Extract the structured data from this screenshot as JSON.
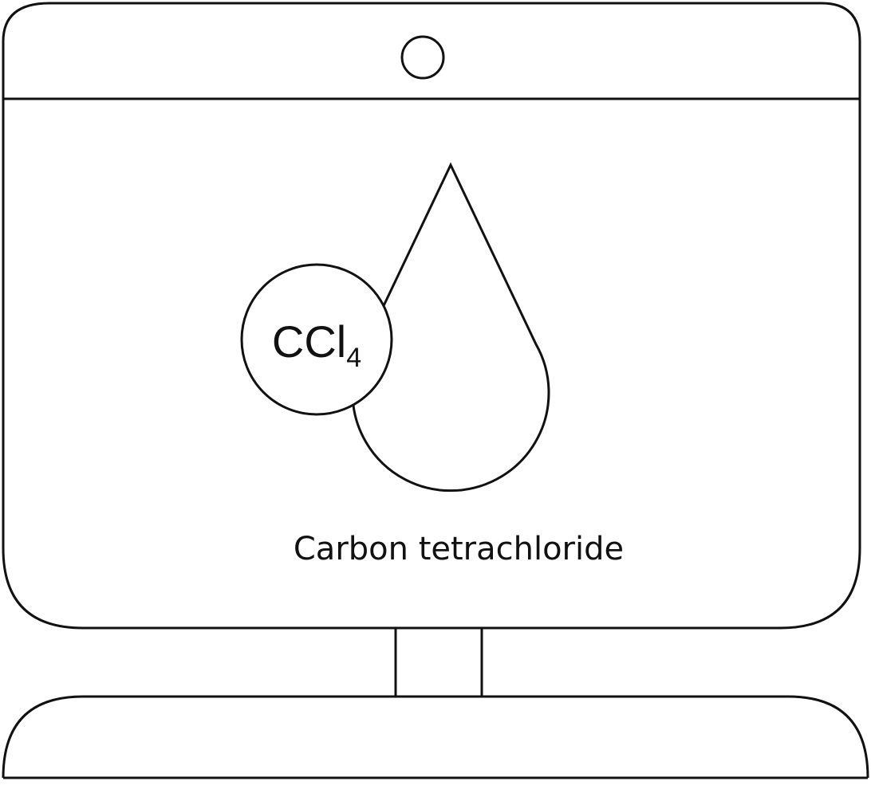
{
  "illustration": {
    "formula": {
      "main": "CCl",
      "subscript": "4"
    },
    "caption": "Carbon tetrachloride",
    "icons": [
      "monitor-icon",
      "camera-icon",
      "drop-icon",
      "formula-badge-icon"
    ],
    "colors": {
      "stroke": "#111111",
      "fill": "#ffffff"
    }
  }
}
